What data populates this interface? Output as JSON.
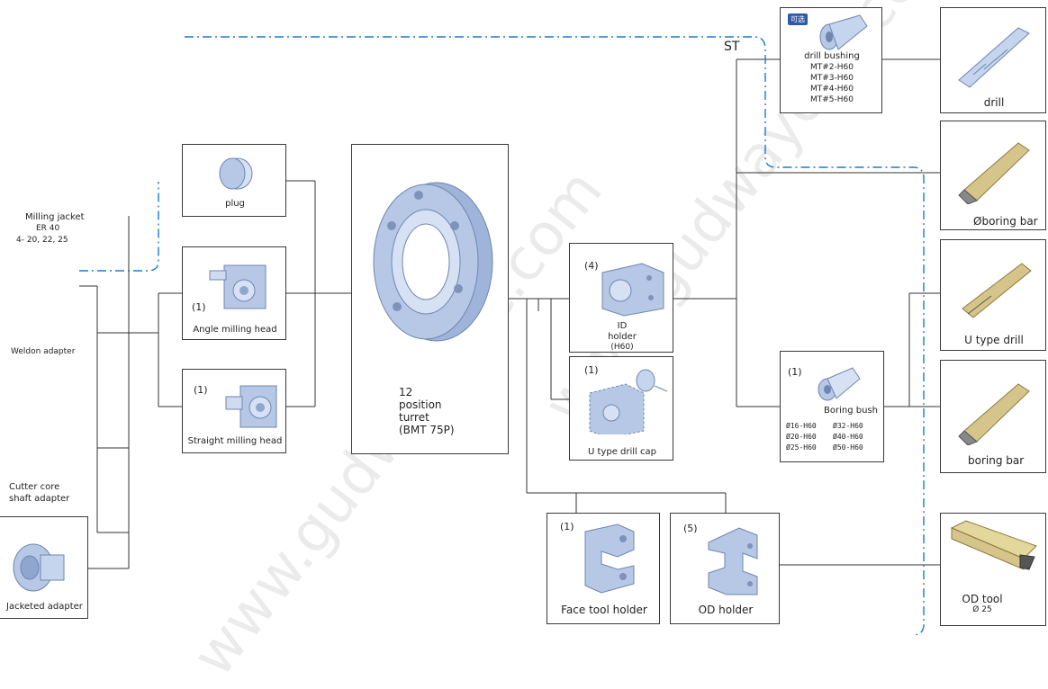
{
  "watermarks": [
    "www.gudwaycnc.com",
    "www.gudwaycnc.com",
    "www.gudwaycnc.com"
  ],
  "colors": {
    "line": "#333333",
    "dash": "#1a7bd1",
    "part": "#b6c8e6",
    "part_dark": "#6f86b0",
    "tag": "#2e5aa8"
  },
  "left": {
    "milling_jacket": [
      "Milling jacket",
      "ER 40",
      "4-  20, 22,  25"
    ],
    "weldon": "Weldon adapter",
    "cutter_core": [
      "Cutter core",
      "shaft adapter"
    ],
    "jacketed": "Jacketed adapter"
  },
  "plug": {
    "label": "plug"
  },
  "angle_head": {
    "qty": "(1)",
    "label": "Angle milling head"
  },
  "straight_head": {
    "qty": "(1)",
    "label": "Straight milling head"
  },
  "turret": {
    "lines": [
      "12",
      "position",
      "turret",
      "(BMT 75P)"
    ]
  },
  "id_holder": {
    "qty": "(4)",
    "lines": [
      "ID",
      "holder",
      "(H60)"
    ]
  },
  "u_drill_cap": {
    "qty": "(1)",
    "label": "U type drill cap"
  },
  "face_holder": {
    "qty": "(1)",
    "label": "Face tool holder"
  },
  "od_holder": {
    "qty": "(5)",
    "label": "OD holder"
  },
  "st_label": "ST",
  "drill_bushing": {
    "tag": "可选",
    "lines": [
      "drill bushing",
      "MT#2-H60",
      "MT#3-H60",
      "MT#4-H60",
      "MT#5-H60"
    ]
  },
  "boring_bush": {
    "qty": "(1)",
    "label": "Boring bush",
    "sizes": [
      "Ø16-H60",
      "Ø32-H60",
      "Ø20-H60",
      "Ø40-H60",
      "Ø25-H60",
      "Ø50-H60"
    ]
  },
  "tools": {
    "drill": "drill",
    "boring_bar_phi": "Øboring bar",
    "u_drill": "U type drill",
    "boring_bar": "boring bar",
    "od_tool": "OD tool",
    "od_tool_size": "Ø 25"
  }
}
